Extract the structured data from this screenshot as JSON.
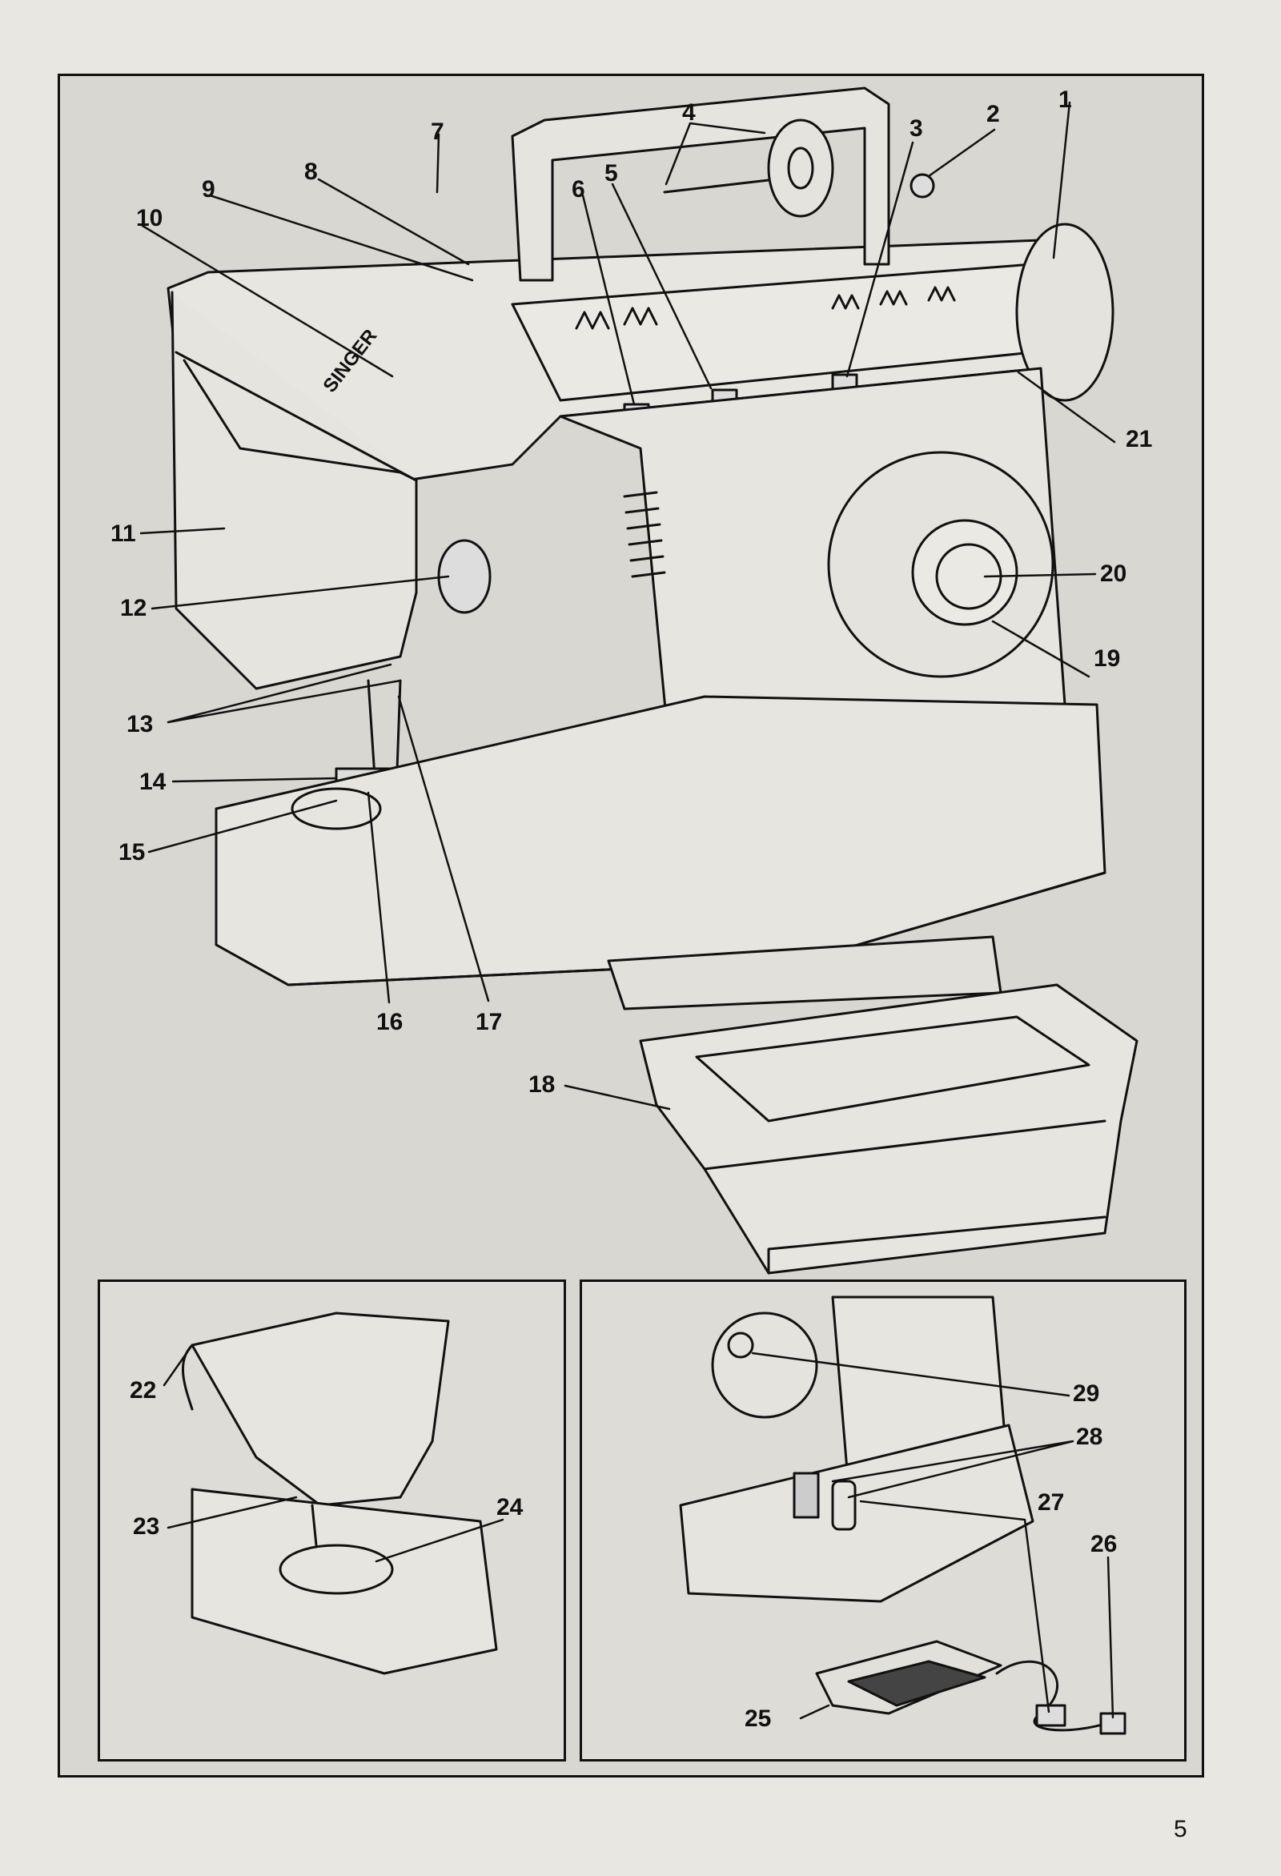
{
  "brand_label": "SINGER",
  "page_number": "5",
  "callouts": [
    "1",
    "2",
    "3",
    "4",
    "5",
    "6",
    "7",
    "8",
    "9",
    "10",
    "11",
    "12",
    "13",
    "14",
    "15",
    "16",
    "17",
    "18",
    "19",
    "20",
    "21",
    "22",
    "23",
    "24",
    "25",
    "26",
    "27",
    "28",
    "29"
  ],
  "colors": {
    "background": "#d9d7d2",
    "ink": "#111111",
    "page": "#e9e7e2"
  }
}
